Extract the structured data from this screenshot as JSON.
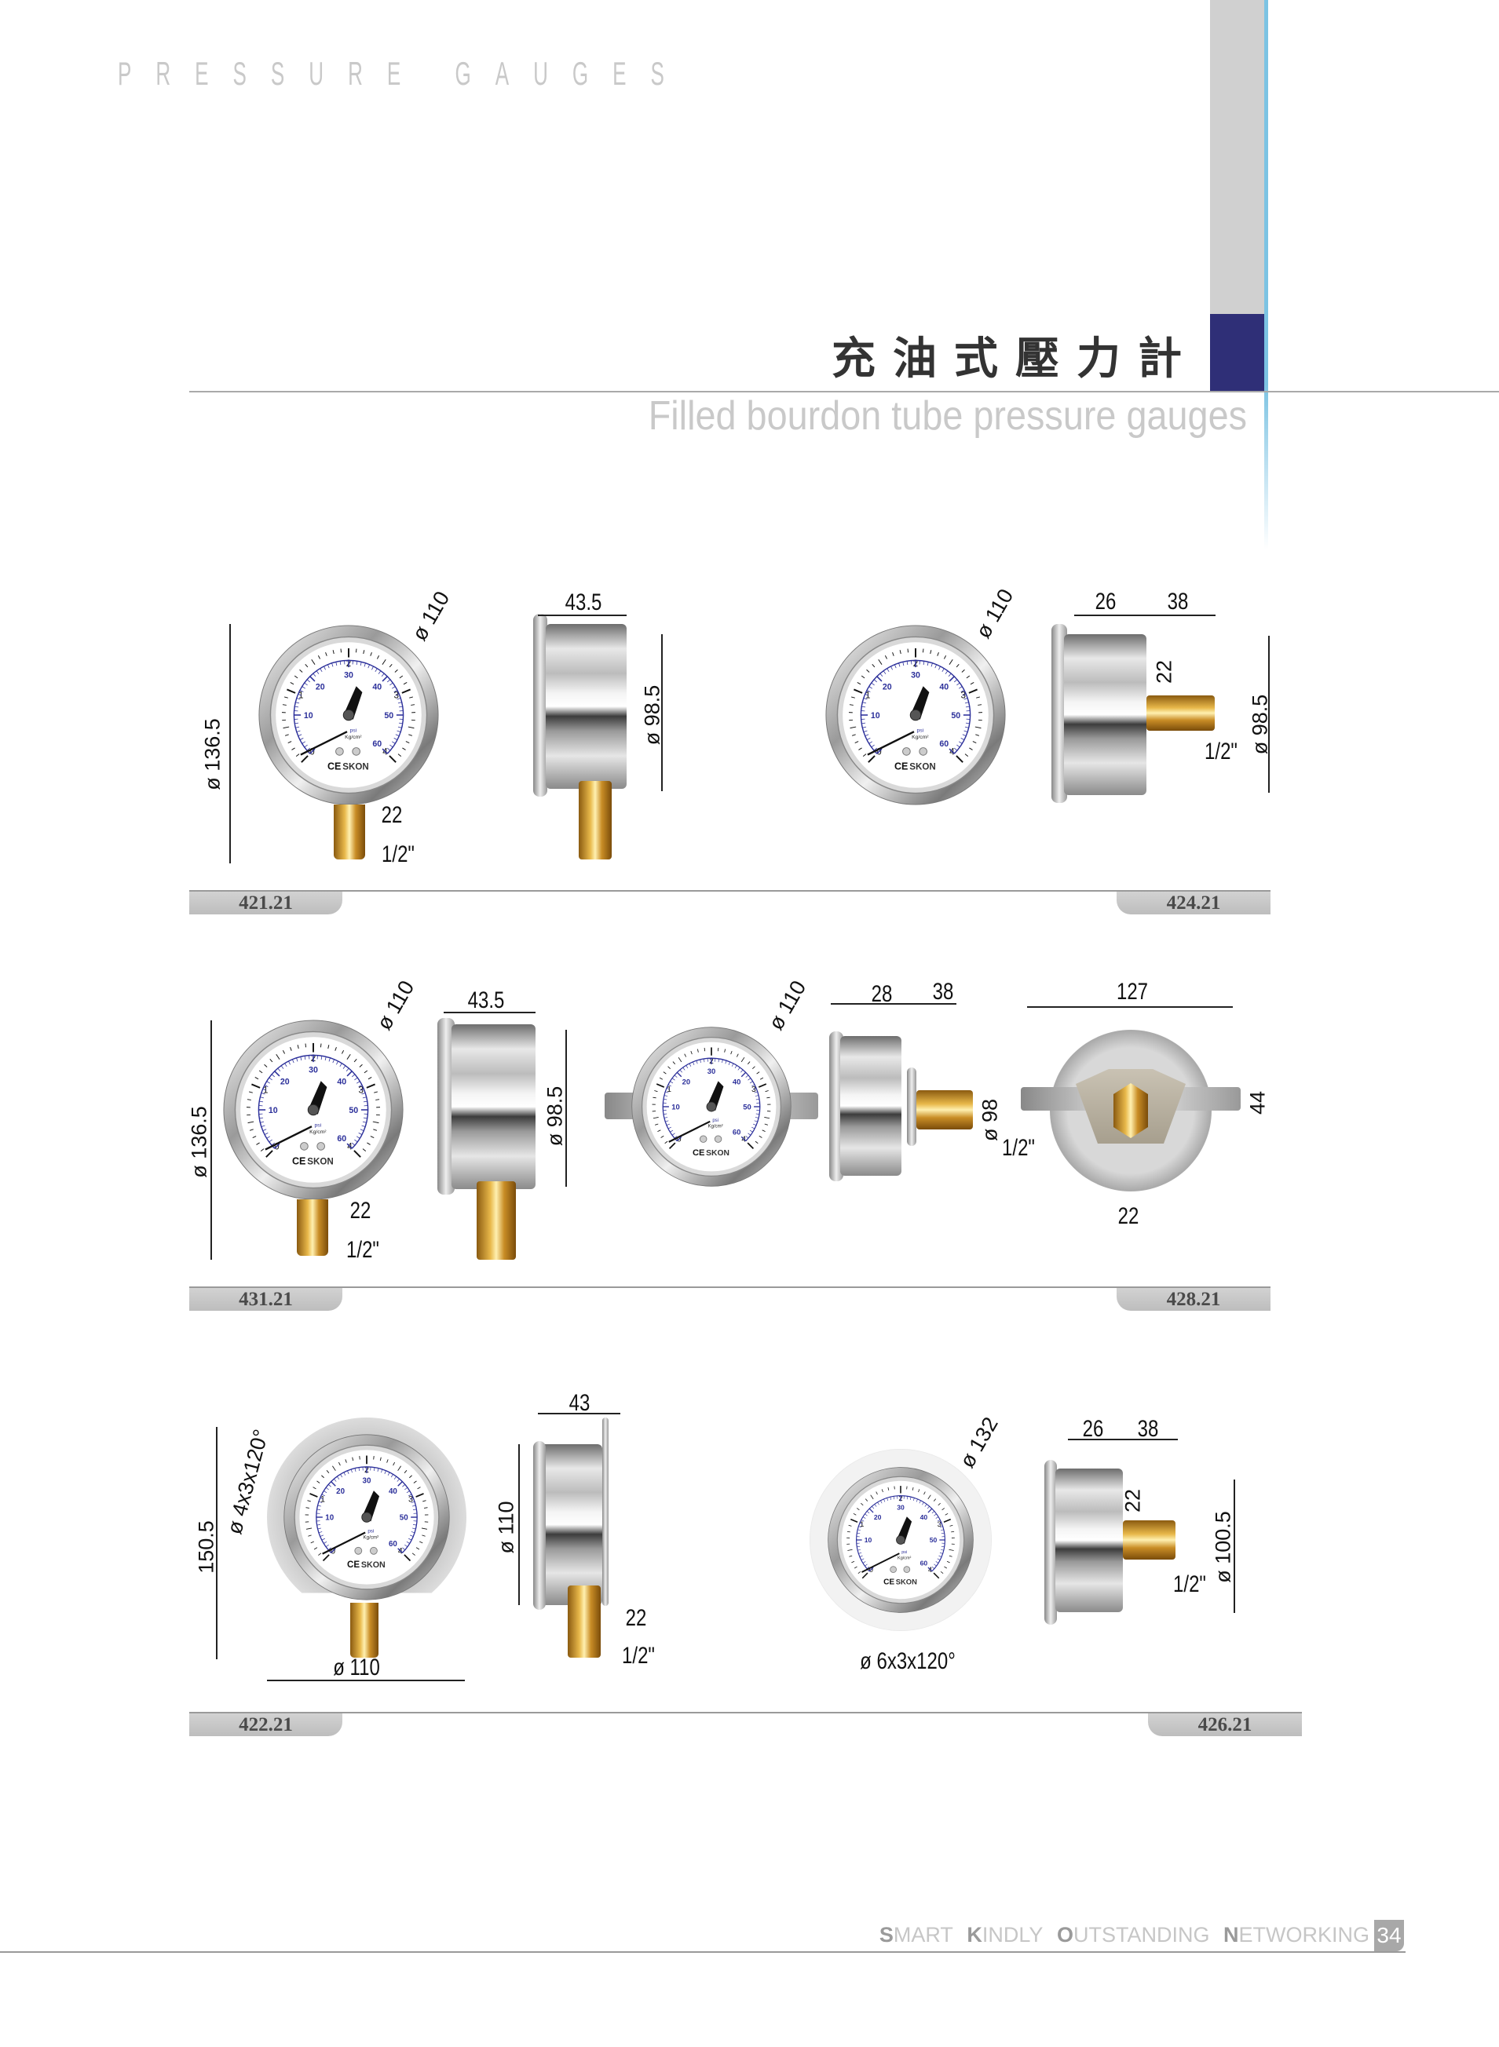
{
  "header": {
    "kicker": "PRESSURE GAUGES",
    "title_cn": "充油式壓力計",
    "title_en": "Filled bourdon tube pressure gauges"
  },
  "dial": {
    "outer_scale": [
      "0",
      "1",
      "2",
      "3",
      "4"
    ],
    "inner_scale": [
      "0",
      "10",
      "20",
      "30",
      "40",
      "50",
      "60"
    ],
    "unit_top": "psi",
    "unit_bottom": "Kg/cm²",
    "brand_ce": "CE",
    "brand": "SKON",
    "accent": "#2b2f9a"
  },
  "products": {
    "p421": {
      "model": "421.21",
      "dims": {
        "face_dia": "ø 110",
        "height": "ø 136.5",
        "hex": "22",
        "thread": "1/2\"",
        "depth": "43.5",
        "case_dia": "ø 98.5"
      }
    },
    "p424": {
      "model": "424.21",
      "dims": {
        "face_dia": "ø 110",
        "depth": "26",
        "stem": "38",
        "hex": "22",
        "thread": "1/2\"",
        "case_dia": "ø 98.5"
      }
    },
    "p431": {
      "model": "431.21",
      "dims": {
        "face_dia": "ø 110",
        "height": "ø 136.5",
        "hex": "22",
        "thread": "1/2\"",
        "depth": "43.5",
        "case_dia": "ø 98.5"
      }
    },
    "p428": {
      "model": "428.21",
      "dims": {
        "face_dia": "ø 110",
        "depth": "28",
        "stem": "38",
        "case_dia": "ø 98",
        "thread": "1/2\"",
        "bracket_width": "127",
        "bracket_height": "44",
        "hex": "22"
      }
    },
    "p422": {
      "model": "422.21",
      "dims": {
        "height": "150.5",
        "holes": "ø 4x3x120°",
        "flange_dia": "ø 110",
        "depth": "43",
        "case_dia": "ø 110",
        "hex": "22",
        "thread": "1/2\""
      }
    },
    "p426": {
      "model": "426.21",
      "dims": {
        "flange_dia": "ø 132",
        "holes": "ø 6x3x120°",
        "depth": "26",
        "stem": "38",
        "hex": "22",
        "thread": "1/2\"",
        "case_dia": "ø 100.5"
      }
    }
  },
  "footer": {
    "words": [
      "SMART",
      "KINDLY",
      "OUTSTANDING",
      "NETWORKING"
    ],
    "page": "34"
  }
}
